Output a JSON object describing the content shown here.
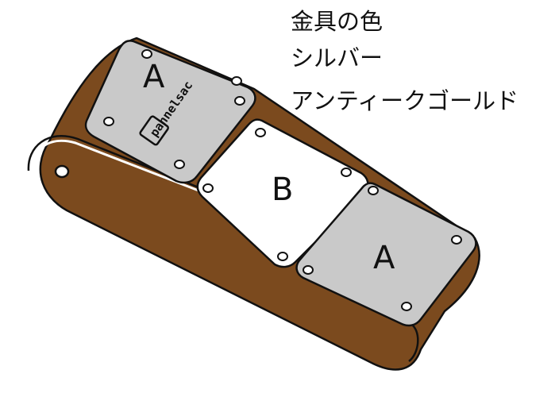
{
  "notes": {
    "title": "金具の色",
    "option_1": "シルバー",
    "option_2": "アンティークゴールド"
  },
  "panels": {
    "top_left": "A",
    "middle": "B",
    "bottom_right": "A"
  },
  "logo_text": "pannelsac",
  "colors": {
    "leather": "#7B4A1E",
    "silver_panel": "#C9C9C9",
    "white_panel": "#FFFFFF",
    "outline": "#111111"
  }
}
